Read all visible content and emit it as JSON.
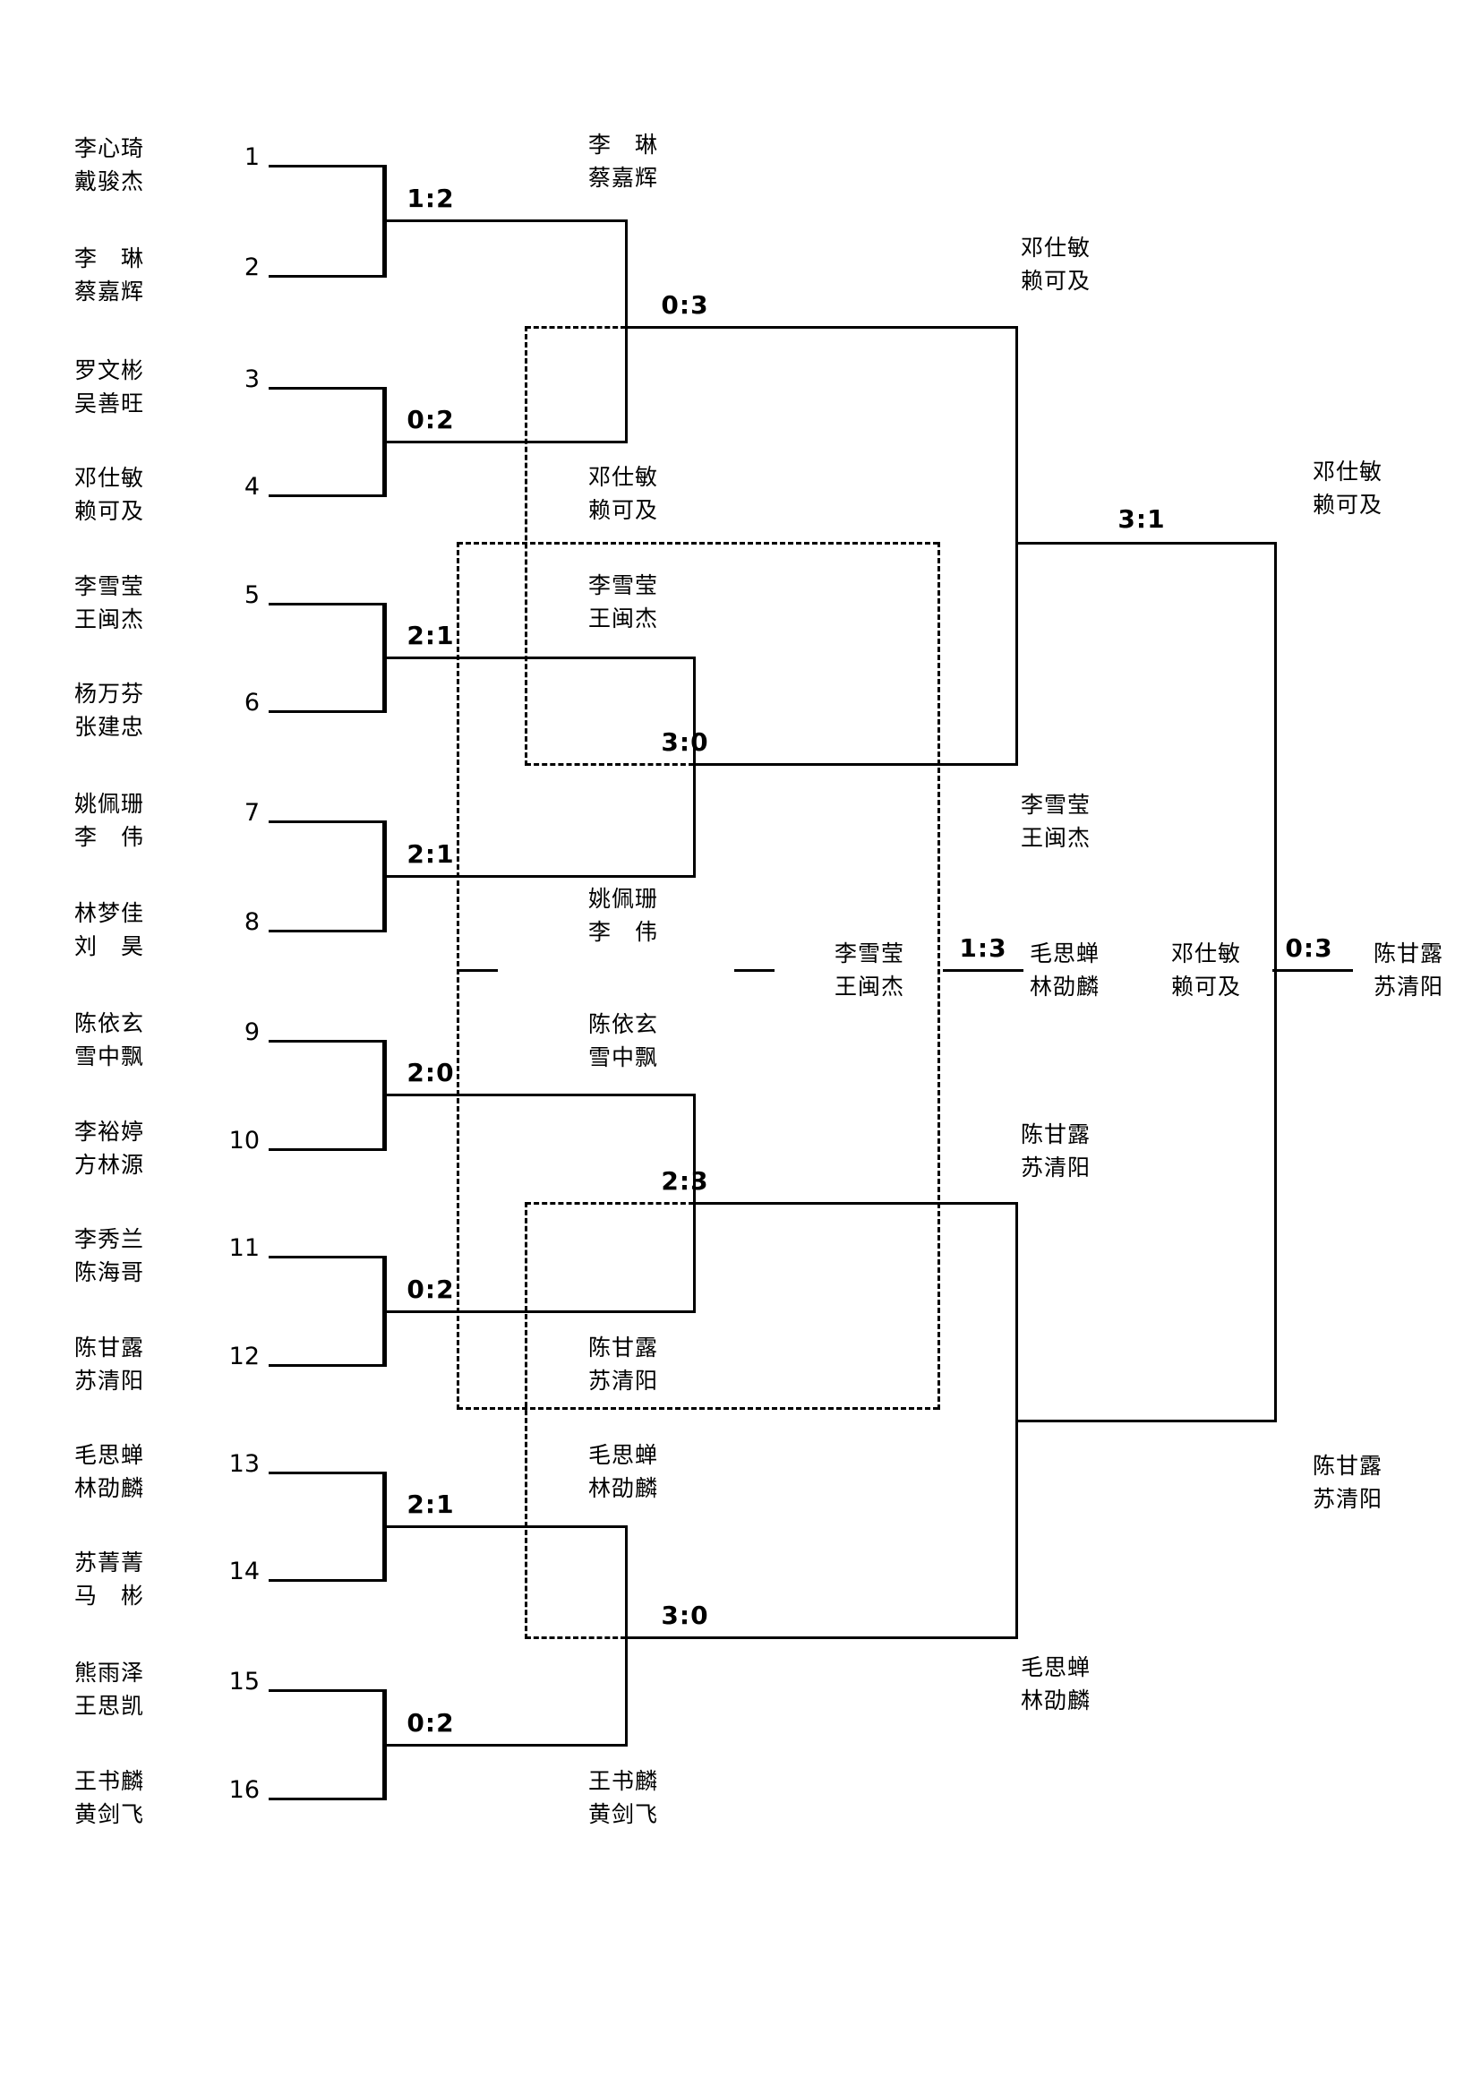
{
  "bracket": {
    "teams": [
      {
        "seed": "1",
        "p1": "李心琦",
        "p2": "戴骏杰"
      },
      {
        "seed": "2",
        "p1": "李　琳",
        "p2": "蔡嘉辉"
      },
      {
        "seed": "3",
        "p1": "罗文彬",
        "p2": "吴善旺"
      },
      {
        "seed": "4",
        "p1": "邓仕敏",
        "p2": "赖可及"
      },
      {
        "seed": "5",
        "p1": "李雪莹",
        "p2": "王闽杰"
      },
      {
        "seed": "6",
        "p1": "杨万芬",
        "p2": "张建忠"
      },
      {
        "seed": "7",
        "p1": "姚佩珊",
        "p2": "李　伟"
      },
      {
        "seed": "8",
        "p1": "林梦佳",
        "p2": "刘　昊"
      },
      {
        "seed": "9",
        "p1": "陈依玄",
        "p2": "雪中飘"
      },
      {
        "seed": "10",
        "p1": "李裕婷",
        "p2": "方林源"
      },
      {
        "seed": "11",
        "p1": "李秀兰",
        "p2": "陈海哥"
      },
      {
        "seed": "12",
        "p1": "陈甘露",
        "p2": "苏清阳"
      },
      {
        "seed": "13",
        "p1": "毛思蝉",
        "p2": "林劭麟"
      },
      {
        "seed": "14",
        "p1": "苏菁菁",
        "p2": "马　彬"
      },
      {
        "seed": "15",
        "p1": "熊雨泽",
        "p2": "王思凯"
      },
      {
        "seed": "16",
        "p1": "王书麟",
        "p2": "黄剑飞"
      }
    ],
    "round1": [
      {
        "score": "1:2",
        "wp1": "李　琳",
        "wp2": "蔡嘉辉"
      },
      {
        "score": "0:2",
        "wp1": "邓仕敏",
        "wp2": "赖可及"
      },
      {
        "score": "2:1",
        "wp1": "李雪莹",
        "wp2": "王闽杰"
      },
      {
        "score": "2:1",
        "wp1": "姚佩珊",
        "wp2": "李　伟"
      },
      {
        "score": "2:0",
        "wp1": "陈依玄",
        "wp2": "雪中飘"
      },
      {
        "score": "0:2",
        "wp1": "陈甘露",
        "wp2": "苏清阳"
      },
      {
        "score": "2:1",
        "wp1": "毛思蝉",
        "wp2": "林劭麟"
      },
      {
        "score": "0:2",
        "wp1": "王书麟",
        "wp2": "黄剑飞"
      }
    ],
    "quarterfinals": [
      {
        "score": "0:3",
        "wp1": "邓仕敏",
        "wp2": "赖可及"
      },
      {
        "score": "3:0",
        "wp1": "李雪莹",
        "wp2": "王闽杰"
      },
      {
        "score": "2:3",
        "wp1": "陈甘露",
        "wp2": "苏清阳"
      },
      {
        "score": "3:0",
        "wp1": "毛思蝉",
        "wp2": "林劭麟"
      }
    ],
    "semifinals": [
      {
        "score": "3:1",
        "wp1": "邓仕敏",
        "wp2": "赖可及"
      },
      {
        "wp1": "陈甘露",
        "wp2": "苏清阳"
      }
    ],
    "third_place": {
      "lp1": "李雪莹",
      "lp2": "王闽杰",
      "score": "1:3",
      "rp1": "毛思蝉",
      "rp2": "林劭麟"
    },
    "final": {
      "lp1": "邓仕敏",
      "lp2": "赖可及",
      "score": "0:3",
      "rp1": "陈甘露",
      "rp2": "苏清阳"
    }
  }
}
